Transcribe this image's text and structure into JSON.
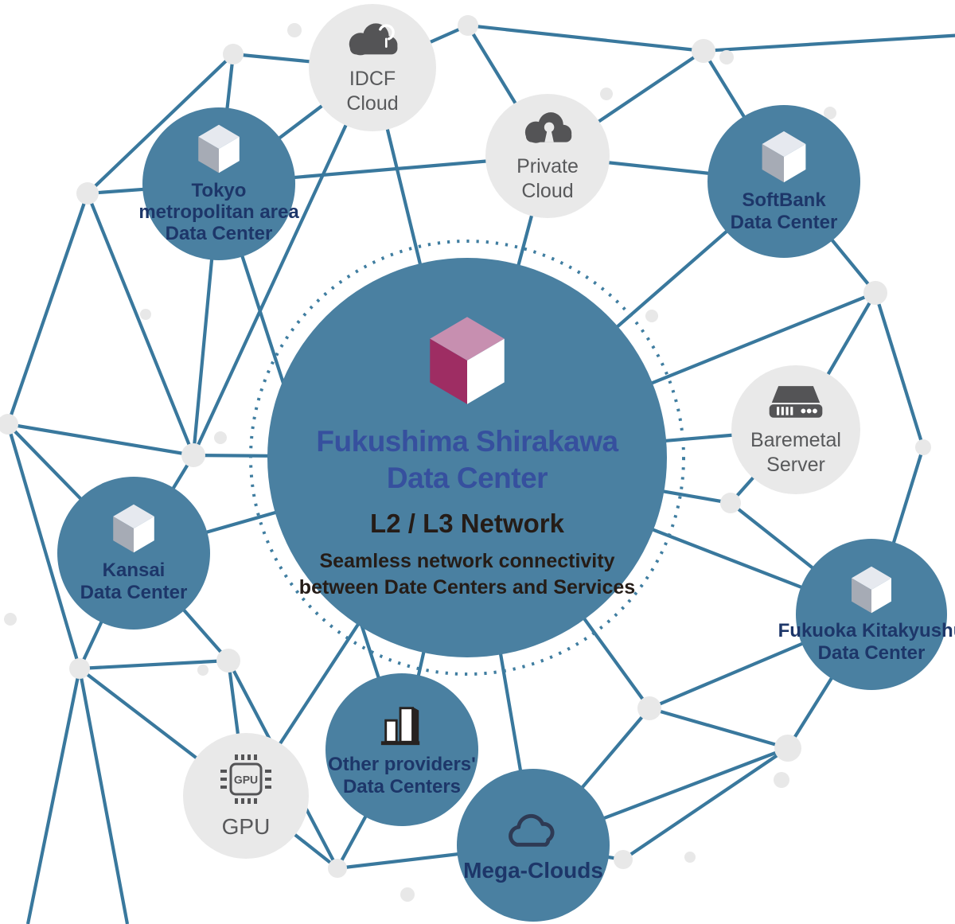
{
  "title": "Fukushima Shirakawa Data Center network diagram",
  "colors": {
    "node_blue": "#4A80A1",
    "node_gray": "#E9E9E9",
    "line_teal": "#39789D",
    "label_navy": "#1D3669",
    "label_gray": "#58595B",
    "center_title_blue": "#36509E",
    "text_dark": "#251C17",
    "cube_pink_top": "#C78FB0",
    "cube_pink_left": "#9E2D63",
    "cube_white_top": "#E6E9EF",
    "cube_white_left": "#A6ABB5",
    "icon_gray": "#545456",
    "mega_cloud_outline": "#2E3A54"
  },
  "center": {
    "title": "Fukushima Shirakawa\nData Center",
    "network": "L2 / L3 Network",
    "subtitle": "Seamless network connectivity\nbetween Date Centers and Services",
    "icon": "pink-cube-icon"
  },
  "nodes": {
    "idcf": {
      "label": "IDCF\nCloud",
      "icon": "cloud-swirl-icon",
      "style": "gray"
    },
    "private_cloud": {
      "label": "Private\nCloud",
      "icon": "cloud-keyhole-icon",
      "style": "gray"
    },
    "softbank": {
      "label": "SoftBank\nData Center",
      "icon": "white-cube-icon",
      "style": "blue"
    },
    "tokyo": {
      "label": "Tokyo\nmetropolitan area\nData Center",
      "icon": "white-cube-icon",
      "style": "blue"
    },
    "baremetal": {
      "label": "Baremetal\nServer",
      "icon": "server-icon",
      "style": "gray"
    },
    "kansai": {
      "label": "Kansai\nData Center",
      "icon": "white-cube-icon",
      "style": "blue"
    },
    "fukuoka": {
      "label": "Fukuoka Kitakyushu\nData Center",
      "icon": "white-cube-icon",
      "style": "blue"
    },
    "gpu": {
      "label": "GPU",
      "chip_text": "GPU",
      "icon": "gpu-chip-icon",
      "style": "gray"
    },
    "other_providers": {
      "label": "Other providers'\nData Centers",
      "icon": "buildings-icon",
      "style": "blue"
    },
    "mega_clouds": {
      "label": "Mega-Clouds",
      "icon": "cloud-outline-icon",
      "style": "blue"
    }
  }
}
